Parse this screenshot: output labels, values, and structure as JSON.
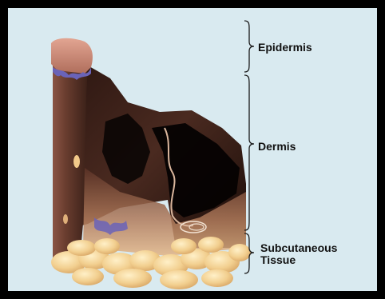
{
  "labels": {
    "epidermis": "Epidermis",
    "dermis": "Dermis",
    "subcutaneous_line1": "Subcutaneous",
    "subcutaneous_line2": "Tissue"
  },
  "colors": {
    "background": "#d9eaf0",
    "frame": "#000000",
    "dermis": "#6b3e30",
    "epidermis": "#c98b78",
    "basal_layer": "#6a63b8",
    "fat": "#f2cf8f"
  }
}
